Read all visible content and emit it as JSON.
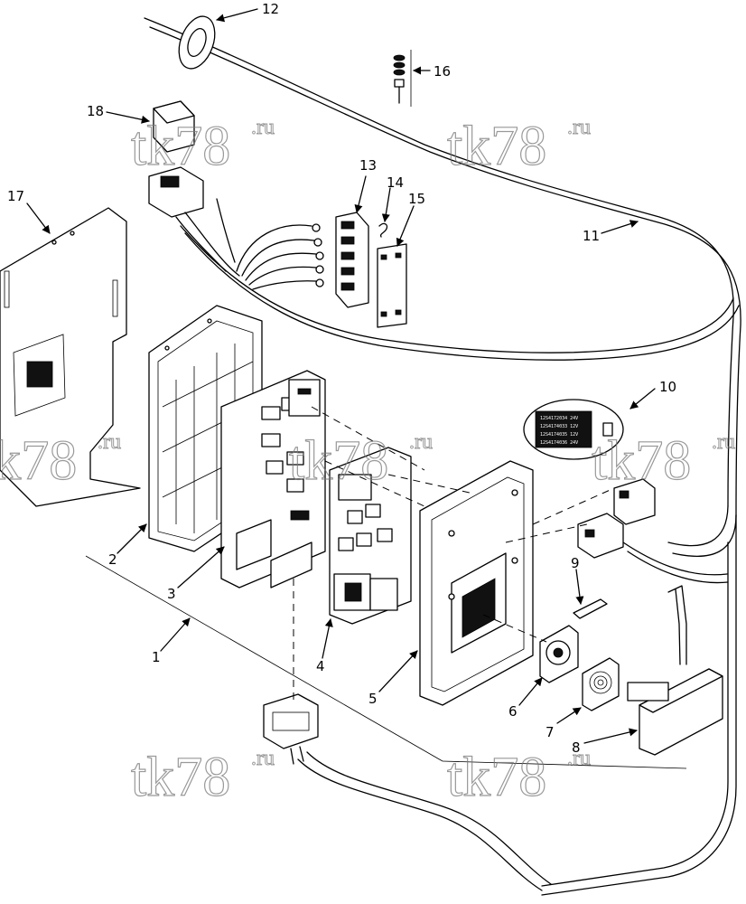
{
  "callouts": [
    {
      "id": "c1",
      "text": "1"
    },
    {
      "id": "c2",
      "text": "2"
    },
    {
      "id": "c3",
      "text": "3"
    },
    {
      "id": "c4",
      "text": "4"
    },
    {
      "id": "c5",
      "text": "5"
    },
    {
      "id": "c6",
      "text": "6"
    },
    {
      "id": "c7",
      "text": "7"
    },
    {
      "id": "c8",
      "text": "8"
    },
    {
      "id": "c9",
      "text": "9"
    },
    {
      "id": "c10",
      "text": "10"
    },
    {
      "id": "c11",
      "text": "11"
    },
    {
      "id": "c12",
      "text": "12"
    },
    {
      "id": "c13",
      "text": "13"
    },
    {
      "id": "c14",
      "text": "14"
    },
    {
      "id": "c15",
      "text": "15"
    },
    {
      "id": "c16",
      "text": "16"
    },
    {
      "id": "c17",
      "text": "17"
    },
    {
      "id": "c18",
      "text": "18"
    }
  ],
  "watermark": {
    "main": "tk78",
    "suffix": ".ru"
  },
  "label_plate": {
    "lines": [
      "12S4172034 24V",
      "12S4174033 12V",
      "12S4174035 12V",
      "12S4174036 24V"
    ]
  }
}
